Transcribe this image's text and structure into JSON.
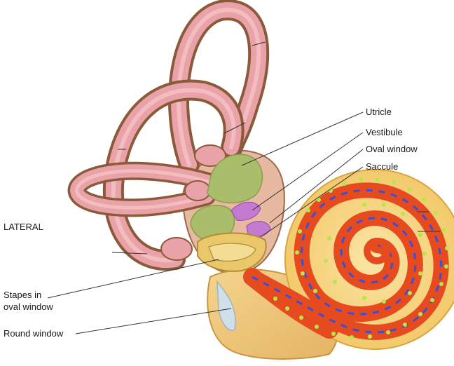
{
  "labels": {
    "utricle": "Utricle",
    "vestibule": "Vestibule",
    "oval_window": "Oval window",
    "saccule": "Saccule",
    "lateral": "LATERAL",
    "stapes_line1": "Stapes in",
    "stapes_line2": "oval window",
    "round_window": "Round window"
  },
  "colors": {
    "canal_pink": "#e9a3a8",
    "canal_brown": "#8a5a3a",
    "utricle_green": "#a9bd6a",
    "saccule_purple": "#c57ad2",
    "cochlea_red": "#e64a1f",
    "cochlea_cream": "#f7d98a",
    "dash_blue": "#3a4fd8",
    "dot_green": "#b7e64a",
    "stapes_yellow": "#e9c76a"
  }
}
